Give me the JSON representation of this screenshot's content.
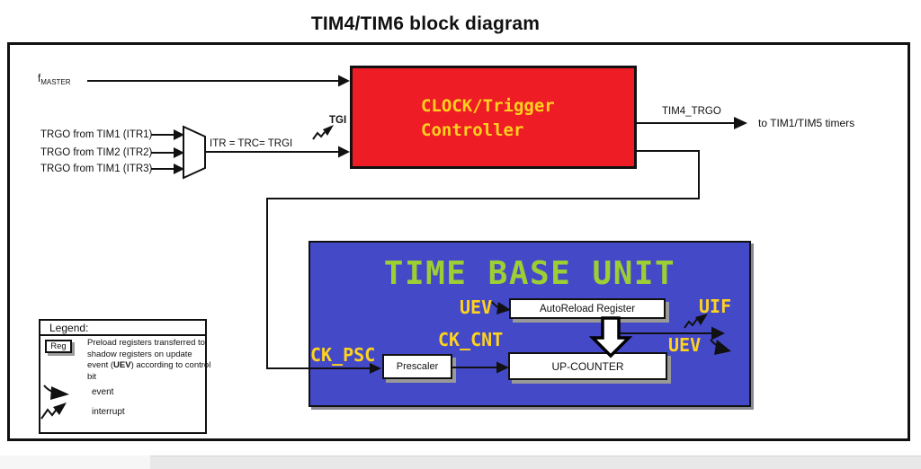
{
  "page": {
    "title": "TIM4/TIM6 block diagram"
  },
  "colors": {
    "red": "#ee1c25",
    "blue": "#4449c8",
    "yellow": "#ffd21e",
    "green": "#9dce33"
  },
  "inputs": {
    "fmaster_base": "f",
    "fmaster_sub": "MASTER",
    "itr_inputs": [
      "TRGO from TIM1 (ITR1)",
      "TRGO from TIM2 (ITR2)",
      "TRGO from TIM1 (ITR3)"
    ],
    "itr_equation": "ITR = TRC= TRGI",
    "tgi_label": "TGI"
  },
  "clock_controller": {
    "line1": "CLOCK/Trigger",
    "line2": "Controller"
  },
  "trgo_output": {
    "signal": "TIM4_TRGO",
    "destination": "to TIM1/TIM5 timers"
  },
  "time_base_unit": {
    "title": "TIME BASE UNIT",
    "uev_left": "UEV",
    "uif": "UIF",
    "uev_right": "UEV",
    "ck_psc": "CK_PSC",
    "ck_cnt": "CK_CNT",
    "autoreload_register": "AutoReload Register",
    "prescaler": "Prescaler",
    "up_counter": "UP-COUNTER"
  },
  "legend": {
    "title": "Legend:",
    "reg": "Reg",
    "desc_pre": "Preload registers transferred to shadow registers on update event (",
    "desc_bold": "UEV",
    "desc_post": ") according to control bit",
    "event": "event",
    "interrupt": "interrupt"
  }
}
